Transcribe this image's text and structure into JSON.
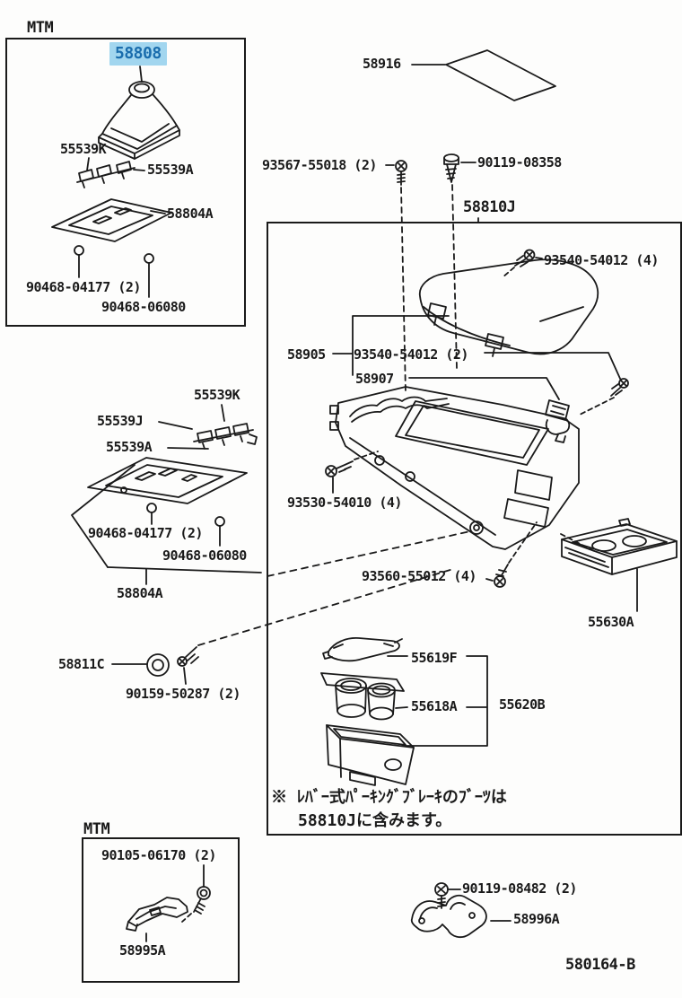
{
  "figure": {
    "code": "580164-B"
  },
  "colors": {
    "highlight_bg": "#a2d6ef",
    "highlight_text": "#1a6dad",
    "ink": "#1a1a1a"
  },
  "boxes": {
    "top_left_tag": "MTM",
    "bottom_left_tag": "MTM"
  },
  "parts": {
    "shift_boot": "58808",
    "clip_k_top": "55539K",
    "clip_a_top": "55539A",
    "bezel_top": "58804A",
    "clip_04177_top": "90468-04177 (2)",
    "clip_06080_top": "90468-06080",
    "tape": "58916",
    "screw_55018": "93567-55018 (2)",
    "bolt_08358": "90119-08358",
    "console_assembly": "58810J",
    "screw_54012_4": "93540-54012 (4)",
    "hinge": "58905",
    "screw_54012_2": "93540-54012 (2)",
    "lock": "58907",
    "screw_54010": "93530-54010 (4)",
    "screw_55012": "93560-55012 (4)",
    "rear_tray": "55630A",
    "holder_plate": "55619F",
    "holder_cups": "55618A",
    "holder_assembly": "55620B",
    "clip_k_mid": "55539K",
    "clip_j_mid": "55539J",
    "clip_a_mid": "55539A",
    "clip_04177_mid": "90468-04177 (2)",
    "clip_06080_mid": "90468-06080",
    "bezel_mid": "58804A",
    "plug": "58811C",
    "screw_50287": "90159-50287 (2)",
    "bolt_06170": "90105-06170 (2)",
    "bracket_front": "58995A",
    "bolt_08482": "90119-08482 (2)",
    "bracket_rear": "58996A"
  },
  "note": {
    "line1": "※ ﾚﾊﾞｰ式ﾊﾟｰｷﾝｸﾞﾌﾞﾚｰｷのﾌﾞｰﾂは",
    "line2": "58810Jに含みます。"
  }
}
